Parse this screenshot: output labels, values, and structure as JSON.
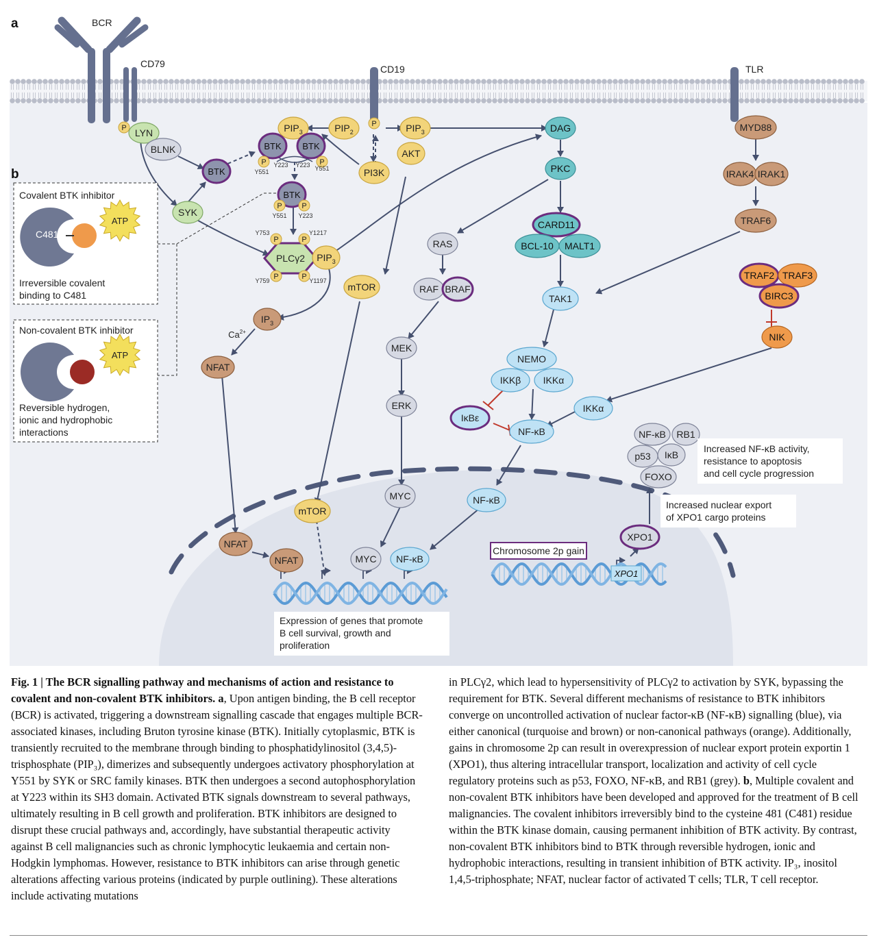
{
  "panel_labels": {
    "a": "a",
    "b": "b"
  },
  "membrane": {
    "bcr": "BCR",
    "cd79": "CD79",
    "cd19": "CD19",
    "tlr": "TLR"
  },
  "nodes": {
    "p": "P",
    "lyn": "LYN",
    "blnk": "BLNK",
    "btk": "BTK",
    "syk": "SYK",
    "pip3": "PIP",
    "pip3_sub": "3",
    "pip2": "PIP",
    "pip2_sub": "2",
    "pi3k": "PI3K",
    "akt": "AKT",
    "mtor": "mTOR",
    "plcg2": "PLCγ2",
    "ip3": "IP",
    "ip3_sub": "3",
    "ca": "Ca",
    "ca_sup": "2+",
    "nfat": "NFAT",
    "dag": "DAG",
    "pkc": "PKC",
    "card11": "CARD11",
    "bcl10": "BCL-10",
    "malt1": "MALT1",
    "tak1": "TAK1",
    "ras": "RAS",
    "raf": "RAF",
    "braf": "BRAF",
    "mek": "MEK",
    "erk": "ERK",
    "myc": "MYC",
    "nemo": "NEMO",
    "ikkb": "IKKβ",
    "ikka": "IKKα",
    "ikbe": "IκBε",
    "nfkb": "NF-κB",
    "myd88": "MYD88",
    "irak4": "IRAK4",
    "irak1": "IRAK1",
    "traf6": "TRAF6",
    "traf2": "TRAF2",
    "traf3": "TRAF3",
    "birc3": "BIRC3",
    "nik": "NIK",
    "rb1": "RB1",
    "p53": "p53",
    "ikb": "IκB",
    "foxo": "FOXO",
    "xpo1": "XPO1",
    "xpo1_gene": "XPO1"
  },
  "sites": {
    "y223": "Y223",
    "y551": "Y551",
    "y753": "Y753",
    "y1217": "Y1217",
    "y759": "Y759",
    "y1197": "Y1197"
  },
  "inhibitors": {
    "covalent_title": "Covalent BTK inhibitor",
    "c481": "C481",
    "atp": "ATP",
    "covalent_desc": [
      "Irreversible covalent",
      "binding to C481"
    ],
    "noncovalent_title": "Non-covalent BTK inhibitor",
    "noncovalent_desc": [
      "Reversible hydrogen,",
      "ionic and hydrophobic",
      "interactions"
    ]
  },
  "annotations": {
    "nfkb_activity": [
      "Increased NF-κB activity,",
      "resistance to apoptosis",
      "and cell cycle progression"
    ],
    "export": [
      "Increased nuclear export",
      "of XPO1 cargo proteins"
    ],
    "chromosome": "Chromosome 2p gain",
    "genes": [
      "Expression of genes that promote",
      "B cell survival, growth and",
      "proliferation"
    ]
  },
  "caption": {
    "left_bold": "Fig. 1 | The BCR signalling pathway and mechanisms of action and resistance to covalent and non-covalent BTK inhibitors.",
    "left_panel": "a",
    "left_text": ", Upon antigen binding, the B cell receptor (BCR) is activated, triggering a downstream signalling cascade that engages multiple BCR-associated kinases, including Bruton tyrosine kinase (BTK). Initially cytoplasmic, BTK is transiently recruited to the membrane through binding to phosphatidylinositol (3,4,5)-trisphosphate (PIP₃), dimerizes and subsequently undergoes activatory phosphorylation at Y551 by SYK or SRC family kinases. BTK then undergoes a second autophosphorylation at Y223 within its SH3 domain. Activated BTK signals downstream to several pathways, ultimately resulting in B cell growth and proliferation. BTK inhibitors are designed to disrupt these crucial pathways and, accordingly, have substantial therapeutic activity against B cell malignancies such as chronic lymphocytic leukaemia and certain non-Hodgkin lymphomas. However, resistance to BTK inhibitors can arise through genetic alterations affecting various proteins (indicated by purple outlining). These alterations include activating mutations",
    "right_text_1": "in PLCγ2, which lead to hypersensitivity of PLCγ2 to activation by SYK, bypassing the requirement for BTK. Several different mechanisms of resistance to BTK inhibitors converge on uncontrolled activation of nuclear factor-κB (NF-κB) signalling (blue), via either canonical (turquoise and brown) or non-canonical pathways (orange). Additionally, gains in chromosome 2p can result in overexpression of nuclear export protein exportin 1 (XPO1), thus altering intracellular transport, localization and activity of cell cycle regulatory proteins such as p53, FOXO, NF-κB, and RB1 (grey).",
    "right_panel": "b",
    "right_text_2": ", Multiple covalent and non-covalent BTK inhibitors have been developed and approved for the treatment of B cell malignancies. The covalent inhibitors irreversibly bind to the cysteine 481 (C481) residue within the BTK kinase domain, causing permanent inhibition of BTK activity. By contrast, non-covalent BTK inhibitors bind to BTK through reversible hydrogen, ionic and hydrophobic interactions, resulting in transient inhibition of BTK activity. IP₃, inositol 1,4,5-triphosphate; NFAT, nuclear factor of activated T cells; TLR, T cell receptor."
  },
  "colors": {
    "gray": "#d6d9e3",
    "grayStroke": "#7d8297",
    "btk": "#8e94ad",
    "purple": "#6b2c7e",
    "green": "#c8e3b0",
    "greenStroke": "#7fa865",
    "yellow": "#f2d47a",
    "yellowStroke": "#c8a43e",
    "brown": "#c99a78",
    "brownStroke": "#8c5f3e",
    "turq": "#6dc3c7",
    "turqStroke": "#3a8f96",
    "blue": "#bfe2f5",
    "blueStroke": "#5aa6cf",
    "orange": "#ef9a4b",
    "orangeStroke": "#b46520",
    "arrow": "#45506e",
    "inhib": "#c0392b",
    "cell": "#eef0f5",
    "nucleus": "#dfe3ec"
  }
}
